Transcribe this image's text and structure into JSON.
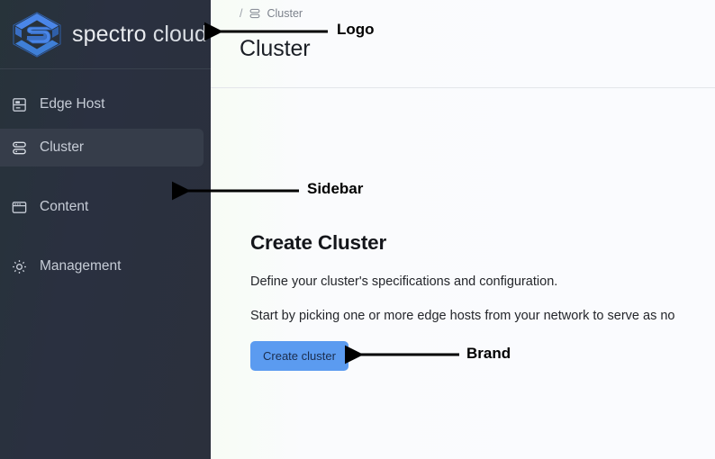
{
  "brand": {
    "logo_icon": "spectro-cloud-hex-s-logo",
    "name_bold": "spectro",
    "name_light": "cloud",
    "accent_color": "#4a86e8",
    "logo_blue": "#3f7fd6"
  },
  "sidebar": {
    "background_color": "#2a3040",
    "selected_background": "#363d4a",
    "items": [
      {
        "id": "edge-host",
        "label": "Edge Host",
        "icon": "server-rack-icon",
        "selected": false
      },
      {
        "id": "cluster",
        "label": "Cluster",
        "icon": "cluster-stack-icon",
        "selected": true
      },
      {
        "id": "content",
        "label": "Content",
        "icon": "window-browser-icon",
        "selected": false
      },
      {
        "id": "management",
        "label": "Management",
        "icon": "gear-icon",
        "selected": false
      }
    ]
  },
  "header": {
    "breadcrumb": {
      "separator": "/",
      "icon": "cluster-stack-icon",
      "label": "Cluster"
    },
    "title": "Cluster"
  },
  "main": {
    "heading": "Create Cluster",
    "description_line_1": "Define your cluster's specifications and configuration.",
    "description_line_2": "Start by picking one or more edge hosts from your network to serve as no",
    "button_label": "Create cluster",
    "button_color": "#5b9bf0",
    "button_text_color": "#1b2d4d"
  },
  "annotations": [
    {
      "id": "logo",
      "label": "Logo"
    },
    {
      "id": "sidebar",
      "label": "Sidebar"
    },
    {
      "id": "brand",
      "label": "Brand"
    }
  ]
}
